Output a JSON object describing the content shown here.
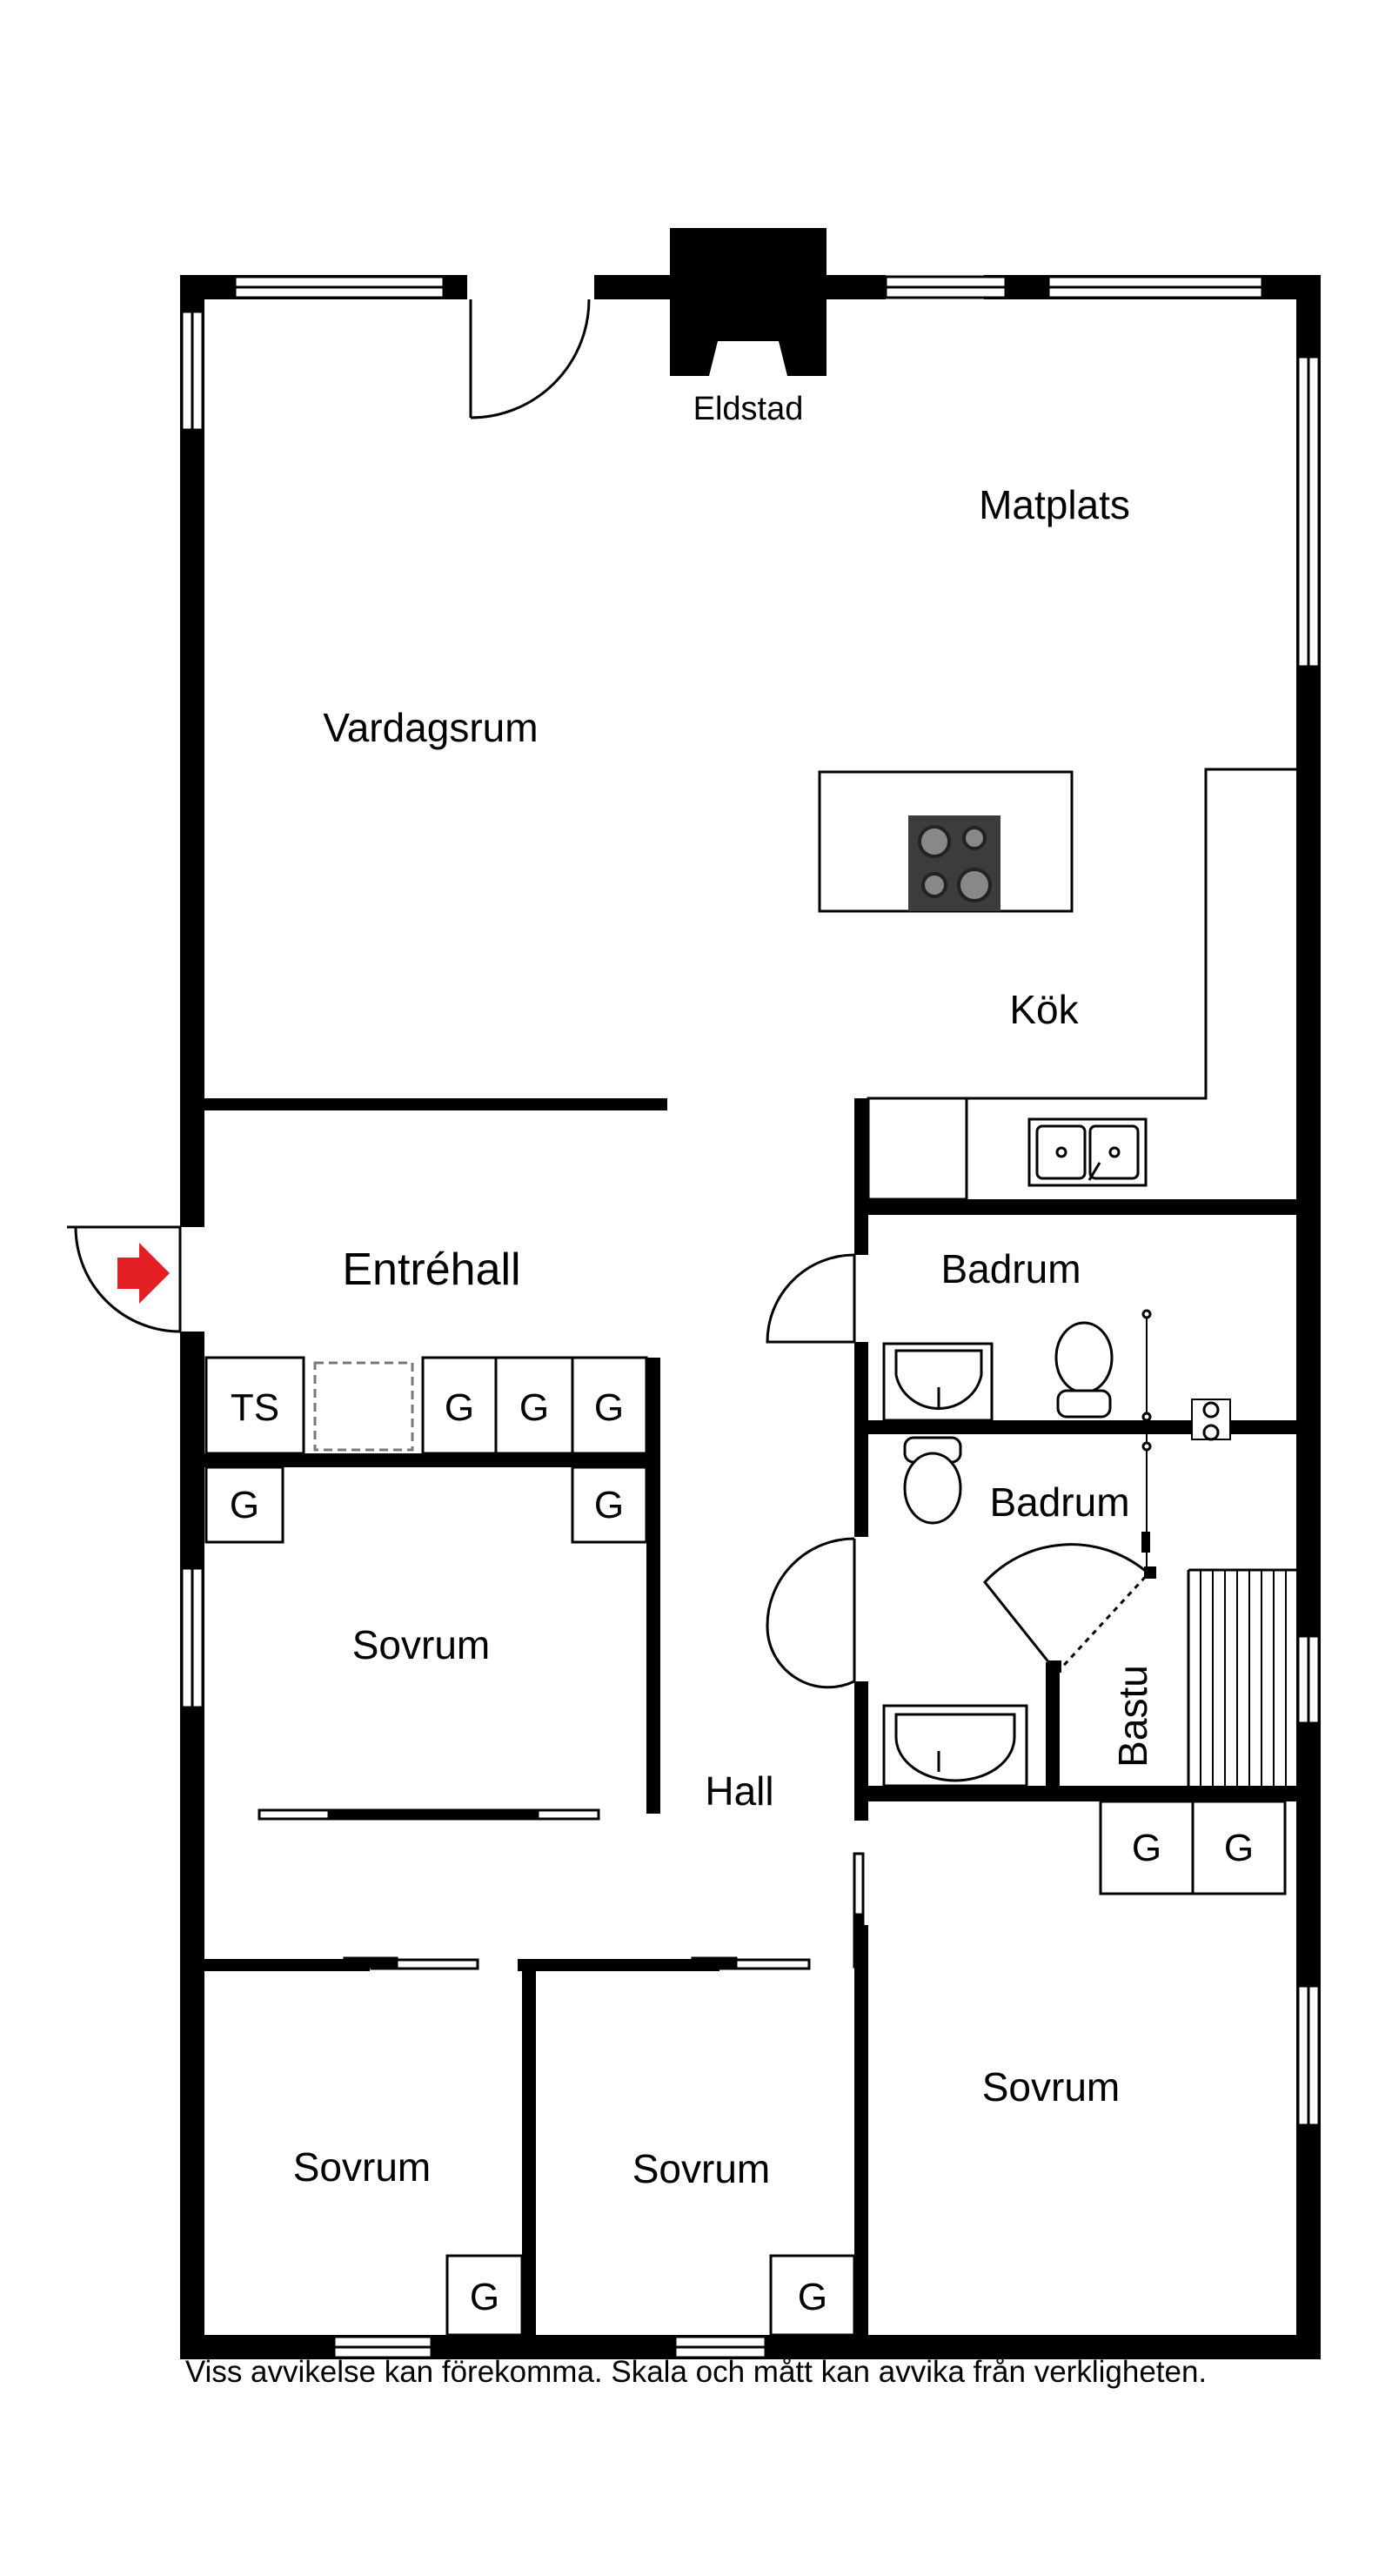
{
  "rooms": {
    "eldstad": "Eldstad",
    "matplats": "Matplats",
    "vardagsrum": "Vardagsrum",
    "kok": "Kök",
    "entrehall": "Entréhall",
    "badrum_1": "Badrum",
    "badrum_2": "Badrum",
    "sovrum_1": "Sovrum",
    "hall": "Hall",
    "bastu": "Bastu",
    "sovrum_2": "Sovrum",
    "sovrum_3": "Sovrum",
    "sovrum_4": "Sovrum"
  },
  "fixtures": {
    "ts": "TS",
    "wardrobe": "G"
  },
  "disclaimer": "Viss avvikelse kan förekomma. Skala och mått kan avvika från verkligheten.",
  "colors": {
    "wall": "#000000",
    "entrance_arrow": "#e31e24",
    "stove": "#3c3c3c"
  }
}
